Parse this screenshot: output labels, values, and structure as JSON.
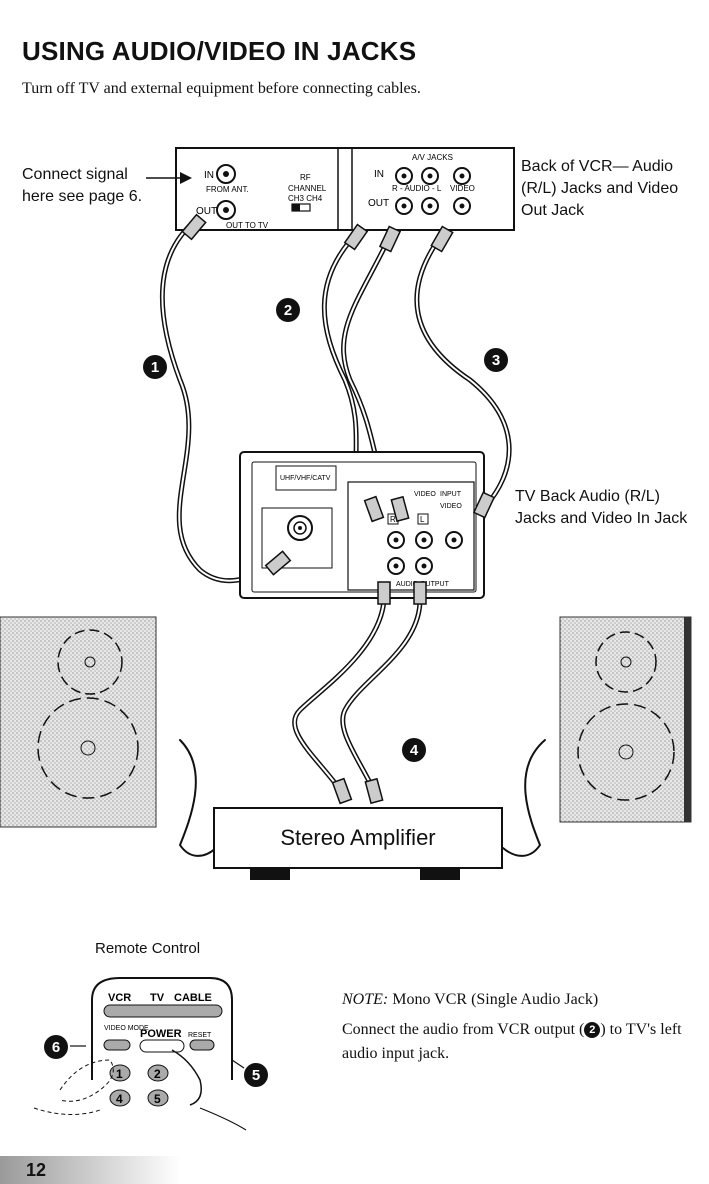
{
  "page": {
    "title": "USING AUDIO/VIDEO IN JACKS",
    "subtitle": "Turn off TV and external equipment before connecting cables.",
    "page_number": "12"
  },
  "callouts": {
    "connect_signal": "Connect signal here see page 6.",
    "vcr_back": "Back of VCR— Audio (R/L) Jacks and Video Out Jack",
    "tv_back": "TV Back Audio (R/L) Jacks and Video In Jack"
  },
  "vcr_panel": {
    "in": "IN",
    "from_ant": "FROM ANT.",
    "out": "OUT",
    "out_to_tv": "OUT TO TV",
    "rf": "RF",
    "channel": "CHANNEL",
    "ch": "CH3  CH4",
    "av_jacks": "A/V JACKS",
    "av_in": "IN",
    "av_out": "OUT",
    "r_audio_l": "R - AUDIO - L",
    "video": "VIDEO"
  },
  "tv_panel": {
    "uhf": "UHF/VHF/CATV",
    "video": "VIDEO",
    "input": "INPUT",
    "video2": "VIDEO",
    "audio_output": "AUDIO OUTPUT",
    "r": "R",
    "l": "L"
  },
  "badges": {
    "one": "1",
    "two": "2",
    "three": "3",
    "four": "4",
    "five": "5",
    "six": "6"
  },
  "amplifier": {
    "label": "Stereo Amplifier"
  },
  "remote": {
    "label": "Remote Control",
    "vcr": "VCR",
    "tv": "TV",
    "cable": "CABLE",
    "video_mode": "VIDEO MODE",
    "power": "POWER",
    "reset": "RESET",
    "keys": [
      "1",
      "2",
      "4",
      "5"
    ]
  },
  "note": {
    "heading": "NOTE:",
    "heading_text": "Mono VCR (Single Audio Jack)",
    "body_before": "Connect the audio from VCR output (",
    "body_ref": "2",
    "body_after": ") to TV's left audio input jack."
  }
}
